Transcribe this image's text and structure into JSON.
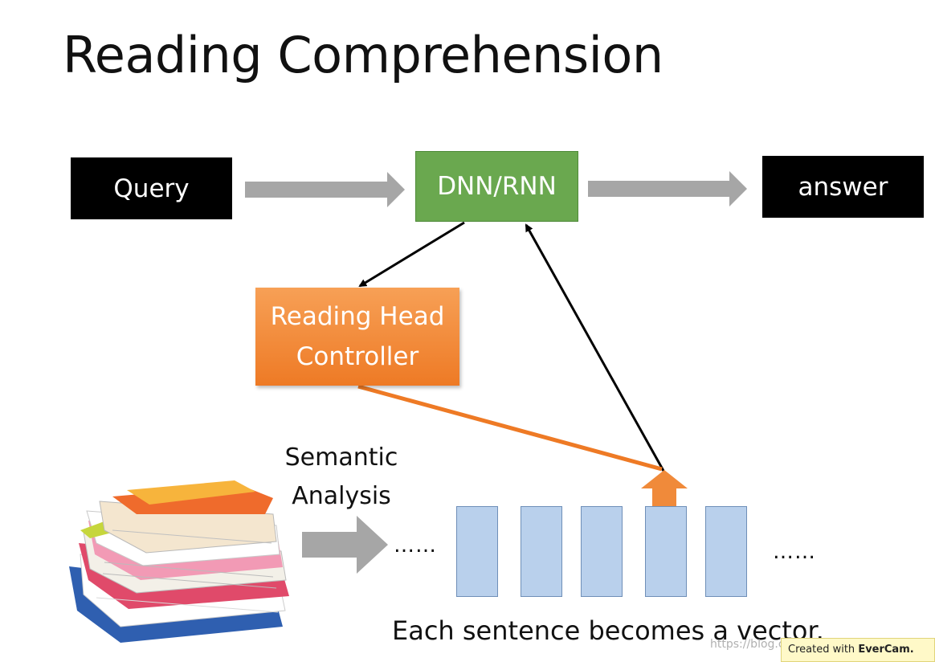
{
  "title": "Reading Comprehension",
  "nodes": {
    "query": "Query",
    "dnn": "DNN/RNN",
    "answer": "answer",
    "controller_line1": "Reading Head",
    "controller_line2": "Controller"
  },
  "semantic_analysis": {
    "line1": "Semantic",
    "line2": "Analysis"
  },
  "ellipsis_left": "……",
  "ellipsis_right": "……",
  "caption": "Each sentence becomes a vector.",
  "watermark": {
    "url_fragment": "https://blog.cs",
    "badge_prefix": "Created with",
    "badge_brand": "EverCam."
  },
  "colors": {
    "dnn_green": "#6aa84f",
    "controller_orange": "#ee7a25",
    "vector_blue": "#b9d0ec",
    "gray_arrow": "#a6a6a6"
  },
  "icons": [
    "document-stack-icon",
    "right-arrow-icon",
    "up-arrow-icon"
  ]
}
